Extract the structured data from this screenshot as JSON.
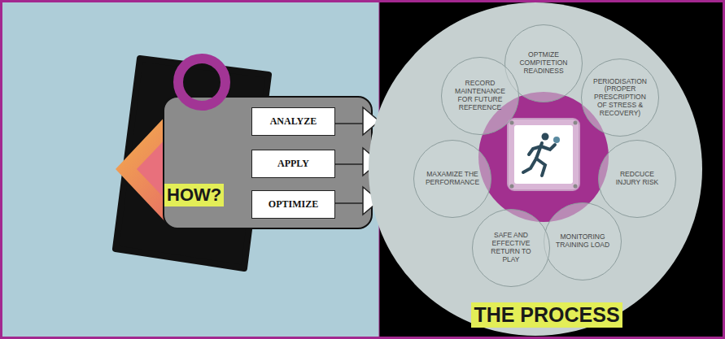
{
  "diagram": {
    "nodes": [
      {
        "text": [
          "HOW?"
        ]
      },
      {
        "text": [
          "ANALYZE"
        ],
        "in": 0
      },
      {
        "text": [
          "APPLY"
        ],
        "in": 0
      },
      {
        "text": [
          "OPTIMIZE"
        ],
        "in": 0
      },
      {
        "text": [
          "THE PROCESS"
        ]
      },
      {
        "text": [
          "OPTMIZE COMPITETION READINESS"
        ],
        "in": 4
      },
      {
        "text": [
          "PERIODISATION (PROPER PRESCRIPTION OF STRESS & RECOVERY)"
        ],
        "in": 4
      },
      {
        "text": [
          "REDCUCE INJURY RISK"
        ],
        "in": 4
      },
      {
        "text": [
          "MONITORING TRAINING LOAD"
        ],
        "in": 4
      },
      {
        "text": [
          "SAFE AND EFFECTIVE RETURN TO PLAY"
        ],
        "in": 4
      },
      {
        "text": [
          "MAXAMIZE THE PERFORMANCE"
        ],
        "in": 4
      },
      {
        "text": [
          "RECORD MAINTENANCE FOR FUTURE REFERENCE"
        ],
        "in": 4
      }
    ]
  }
}
